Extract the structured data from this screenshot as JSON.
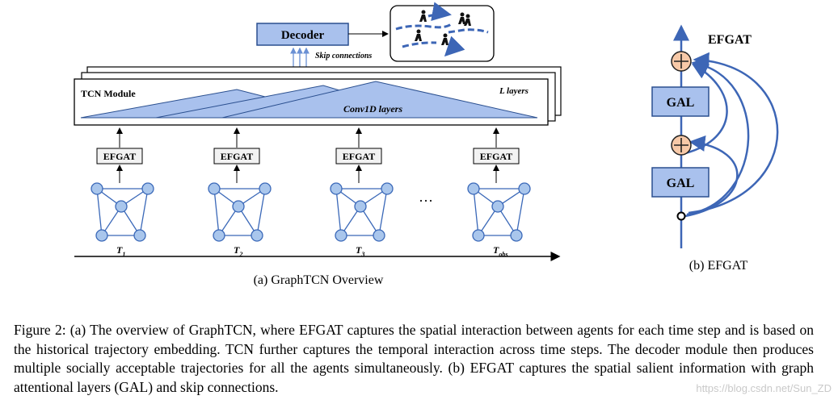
{
  "figure_a": {
    "decoder_label": "Decoder",
    "skip_label": "Skip connections",
    "tcn_label": "TCN Module",
    "layers_label": "L layers",
    "conv_label": "Conv1D layers",
    "efgat_label": "EFGAT",
    "time_steps": [
      {
        "base": "T",
        "sub": "1"
      },
      {
        "base": "T",
        "sub": "2"
      },
      {
        "base": "T",
        "sub": "3"
      },
      {
        "base": "T",
        "sub": "obs"
      }
    ],
    "ellipsis": "···",
    "sub_caption": "(a) GraphTCN Overview"
  },
  "figure_b": {
    "title": "EFGAT",
    "gal_label": "GAL",
    "plus_symbol": "+",
    "sub_caption": "(b) EFGAT"
  },
  "caption": "Figure 2: (a) The overview of GraphTCN, where EFGAT captures the spatial interaction between agents for each time step and is based on the historical trajectory embedding. TCN further captures the temporal interaction across time steps. The decoder module then produces multiple socially acceptable trajectories for all the agents simultaneously. (b) EFGAT captures the spatial salient information with graph attentional layers (GAL) and skip connections.",
  "watermark": "https://blog.csdn.net/Sun_ZD",
  "colors": {
    "box_fill": "#a9c1ed",
    "box_stroke": "#2a4f8f",
    "node_fill": "#a9c6ec",
    "node_stroke": "#3a68b8",
    "edge": "#3a68b8",
    "plus_fill": "#f7c9a8",
    "plus_stroke": "#222222",
    "skip_arrow": "#3d66b6"
  }
}
